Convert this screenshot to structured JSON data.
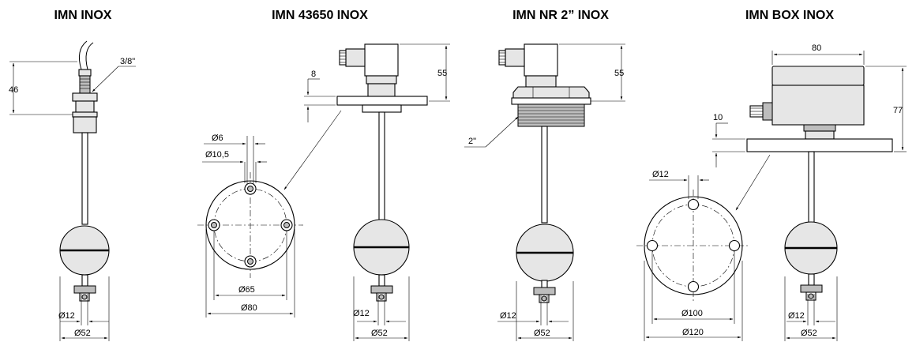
{
  "models": [
    {
      "title": "IMN INOX",
      "dims": {
        "thread": "3/8\"",
        "height": "46",
        "stem": "Ø12",
        "float": "Ø52"
      }
    },
    {
      "title": "IMN 43650 INOX",
      "dims": {
        "flange_thickness": "8",
        "head_height": "55",
        "hole": "Ø6",
        "hole_sleeve": "Ø10,5",
        "bolt_circle": "Ø65",
        "flange_diameter": "Ø80",
        "stem": "Ø12",
        "float": "Ø52"
      }
    },
    {
      "title": "IMN NR 2” INOX",
      "dims": {
        "head_height": "55",
        "thread": "2\"",
        "stem": "Ø12",
        "float": "Ø52"
      }
    },
    {
      "title": "IMN BOX INOX",
      "dims": {
        "box_width": "80",
        "box_height": "77",
        "flange_thickness": "10",
        "hole": "Ø12",
        "bolt_circle": "Ø100",
        "flange_diameter": "Ø120",
        "stem": "Ø12",
        "float": "Ø52"
      }
    }
  ]
}
